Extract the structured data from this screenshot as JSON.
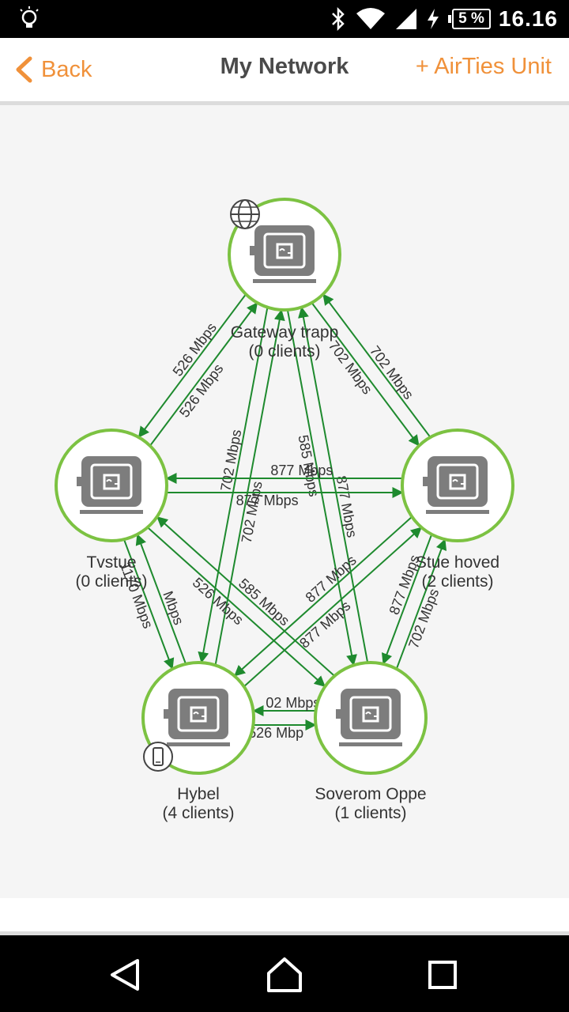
{
  "status_bar": {
    "time": "16.16",
    "battery": "5 %",
    "icons": [
      "lightbulb-icon",
      "bluetooth-icon",
      "wifi-icon",
      "signal-icon",
      "charging-icon",
      "battery-icon"
    ]
  },
  "header": {
    "back_label": "Back",
    "title": "My Network",
    "add_label": "+ AirTies Unit",
    "accent_color": "#f0913a"
  },
  "network": {
    "node_ring_color": "#7cc242",
    "link_color": "#1e8a2e",
    "nodes": [
      {
        "id": "gateway",
        "name": "Gateway trapp",
        "clients": "(0 clients)",
        "badge": "globe-icon"
      },
      {
        "id": "tvstue",
        "name": "Tvstue",
        "clients": "(0 clients)",
        "badge": ""
      },
      {
        "id": "stue",
        "name": "Stue hoved",
        "clients": "(2 clients)",
        "badge": ""
      },
      {
        "id": "hybel",
        "name": "Hybel",
        "clients": "(4 clients)",
        "badge": "phone-icon"
      },
      {
        "id": "soverom",
        "name": "Soverom Oppe",
        "clients": "(1 clients)",
        "badge": ""
      }
    ],
    "links": [
      {
        "from": "gateway",
        "to": "tvstue",
        "speeds": [
          "526 Mbps",
          "526 Mbps"
        ]
      },
      {
        "from": "gateway",
        "to": "stue",
        "speeds": [
          "702 Mbps",
          "702 Mbps"
        ]
      },
      {
        "from": "gateway",
        "to": "hybel",
        "speeds": [
          "702 Mbps",
          "702 Mbps"
        ]
      },
      {
        "from": "gateway",
        "to": "soverom",
        "speeds": [
          "585 Mbps",
          "877 Mbps"
        ]
      },
      {
        "from": "tvstue",
        "to": "stue",
        "speeds": [
          "877 Mbps",
          "877 Mbps"
        ]
      },
      {
        "from": "tvstue",
        "to": "hybel",
        "speeds": [
          "1170 Mbps",
          "Mbps"
        ]
      },
      {
        "from": "tvstue",
        "to": "soverom",
        "speeds": [
          "526 Mbps",
          "585 Mbps"
        ]
      },
      {
        "from": "stue",
        "to": "hybel",
        "speeds": [
          "877 Mbps",
          "877 Mbps"
        ]
      },
      {
        "from": "stue",
        "to": "soverom",
        "speeds": [
          "877 Mbps",
          "702 Mbps"
        ]
      },
      {
        "from": "hybel",
        "to": "soverom",
        "speeds": [
          "526 Mbp",
          "02 Mbps"
        ]
      }
    ]
  }
}
